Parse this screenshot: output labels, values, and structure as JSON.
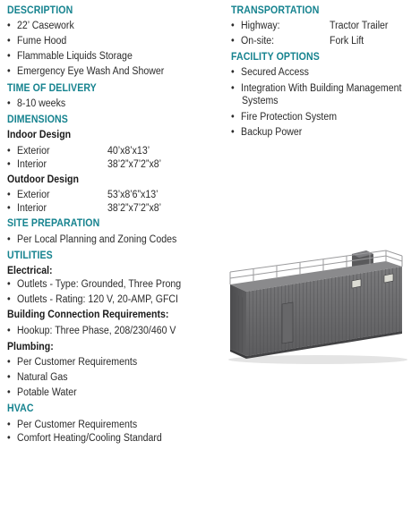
{
  "description": {
    "title": "DESCRIPTION",
    "items": [
      "22’ Casework",
      "Fume Hood",
      "Flammable Liquids Storage",
      "Emergency Eye Wash And Shower"
    ]
  },
  "delivery": {
    "title": "TIME OF DELIVERY",
    "items": [
      "8-10 weeks"
    ]
  },
  "dimensions": {
    "title": "DIMENSIONS",
    "indoor": {
      "title": "Indoor Design",
      "rows": [
        {
          "label": "Exterior",
          "value": "40’x8’x13’"
        },
        {
          "label": "Interior",
          "value": "38’2”x7’2”x8’"
        }
      ]
    },
    "outdoor": {
      "title": "Outdoor Design",
      "rows": [
        {
          "label": "Exterior",
          "value": "53’x8’6”x13’"
        },
        {
          "label": "Interior",
          "value": "38’2”x7’2”x8’"
        }
      ]
    }
  },
  "site": {
    "title": "SITE PREPARATION",
    "items": [
      "Per Local Planning and Zoning Codes"
    ]
  },
  "utilities": {
    "title": "UTILITIES",
    "electrical": {
      "title": "Electrical:",
      "items": [
        "Outlets - Type: Grounded, Three Prong",
        "Outlets - Rating: 120 V, 20-AMP, GFCI"
      ]
    },
    "building": {
      "title": "Building Connection Requirements:",
      "items": [
        "Hookup: Three Phase, 208/230/460 V"
      ]
    },
    "plumbing": {
      "title": "Plumbing:",
      "items": [
        "Per Customer Requirements",
        "Natural Gas",
        "Potable Water"
      ]
    }
  },
  "hvac": {
    "title": "HVAC",
    "items": [
      "Per Customer Requirements",
      "Comfort Heating/Cooling Standard"
    ]
  },
  "transportation": {
    "title": "TRANSPORTATION",
    "rows": [
      {
        "label": "Highway:",
        "value": "Tractor Trailer"
      },
      {
        "label": "On-site:",
        "value": "Fork Lift"
      }
    ]
  },
  "facility": {
    "title": "FACILITY OPTIONS",
    "items": [
      "Secured Access",
      "Integration With Building Management",
      "Systems",
      "Fire Protection System",
      "Backup Power"
    ]
  },
  "colors": {
    "heading": "#16838f",
    "text": "#2b2b2b",
    "container": "#6e6e70"
  }
}
